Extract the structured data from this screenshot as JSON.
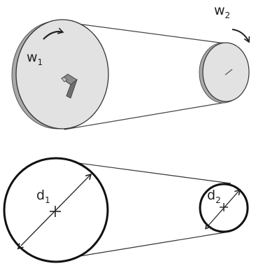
{
  "drive": {
    "top_view": {
      "large_pulley": {
        "label": "w",
        "subscript": "1"
      },
      "small_pulley": {
        "label": "w",
        "subscript": "2"
      }
    },
    "bottom_view": {
      "large_pulley": {
        "label": "d",
        "subscript": "1"
      },
      "small_pulley": {
        "label": "d",
        "subscript": "2"
      }
    }
  },
  "colors": {
    "pulley_face": "#e2e2e2",
    "pulley_rim": "#a9a9a9",
    "line": "#222222",
    "background": "#ffffff"
  }
}
